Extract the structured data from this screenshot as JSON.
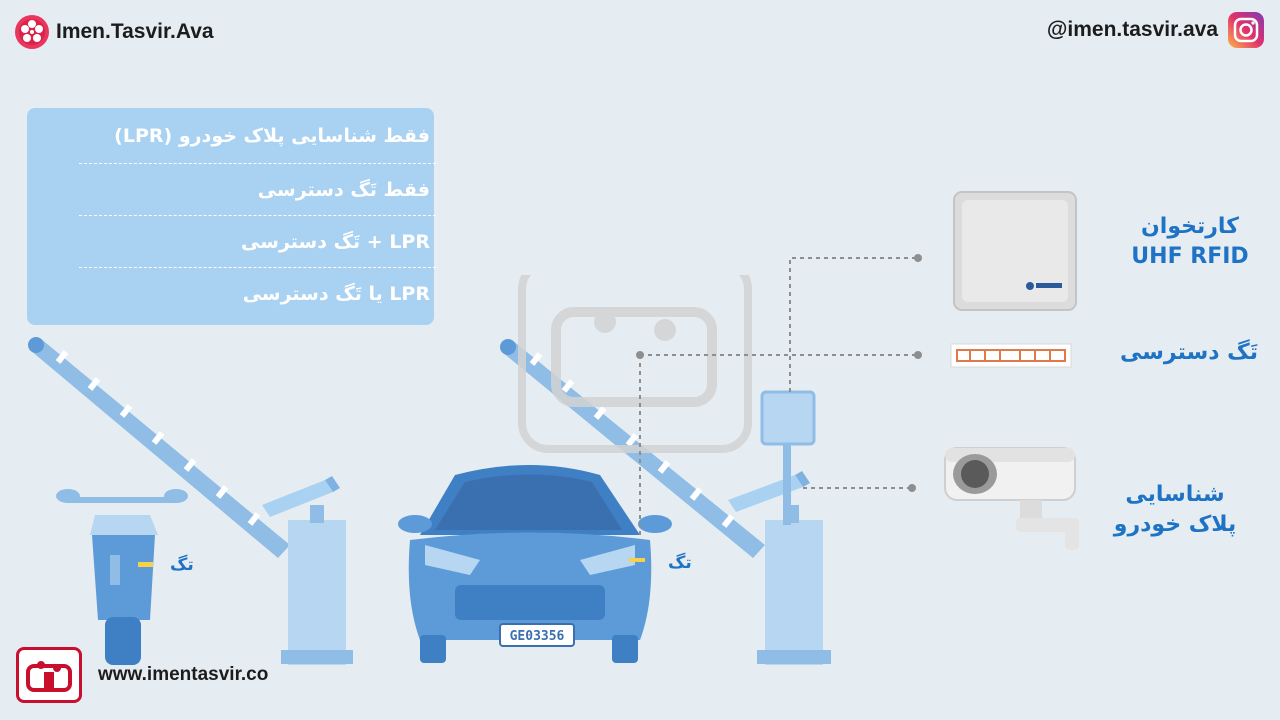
{
  "brand": {
    "name": "Imen.Tasvir.Ava",
    "instagram_handle": "@imen.tasvir.ava",
    "website": "www.imentasvir.co"
  },
  "options": [
    "فقط شناسایی پلاک خودرو (LPR)",
    "فقط تَگ دسترسی",
    "LPR + تَگ دسترسی",
    "LPR یا تَگ دسترسی"
  ],
  "devices": {
    "reader_line1": "کارتخوان",
    "reader_line2": "UHF RFID",
    "access_tag": "تَگ دسترسی",
    "lpr_line1": "شناسایی",
    "lpr_line2": "پلاک خودرو"
  },
  "scene": {
    "tag_label_motorcycle": "تگ",
    "tag_label_car": "تگ",
    "license_plate": "GE03356"
  },
  "colors": {
    "background": "#e6edf2",
    "panel": "#a9d1f1",
    "accent_text": "#1f73c4",
    "vehicle": "#5d9bd8",
    "brand_red": "#c8102e"
  }
}
